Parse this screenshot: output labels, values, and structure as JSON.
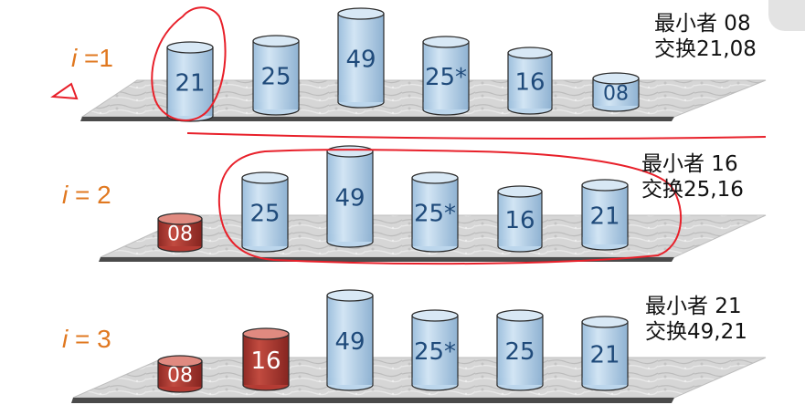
{
  "rows": [
    {
      "ivar": "i",
      "label_rest": " =1",
      "note_line1": "最小者 08",
      "note_line2": "交换21,08",
      "cylinders": [
        {
          "value": "21",
          "state": "blue"
        },
        {
          "value": "25",
          "state": "blue"
        },
        {
          "value": "49",
          "state": "blue"
        },
        {
          "value": "25*",
          "state": "blue"
        },
        {
          "value": "16",
          "state": "blue"
        },
        {
          "value": "08",
          "state": "blue"
        }
      ]
    },
    {
      "ivar": "i",
      "label_rest": " = 2",
      "note_line1": "最小者 16",
      "note_line2": "交换25,16",
      "cylinders": [
        {
          "value": "08",
          "state": "sorted"
        },
        {
          "value": "25",
          "state": "blue"
        },
        {
          "value": "49",
          "state": "blue"
        },
        {
          "value": "25*",
          "state": "blue"
        },
        {
          "value": "16",
          "state": "blue"
        },
        {
          "value": "21",
          "state": "blue"
        }
      ]
    },
    {
      "ivar": "i",
      "label_rest": " = 3",
      "note_line1": "最小者 21",
      "note_line2": "交换49,21",
      "cylinders": [
        {
          "value": "08",
          "state": "sorted"
        },
        {
          "value": "16",
          "state": "sorted"
        },
        {
          "value": "49",
          "state": "blue"
        },
        {
          "value": "25*",
          "state": "blue"
        },
        {
          "value": "25",
          "state": "blue"
        },
        {
          "value": "21",
          "state": "blue"
        }
      ]
    }
  ],
  "colors": {
    "label": "#e07820",
    "annotation_ink": "#e8202a",
    "cyl_blue_body": "#bcd6ec",
    "cyl_blue_top": "#d8e8f5",
    "cyl_blue_text": "#1f4a7a",
    "cyl_red_body": "#b43c34",
    "cyl_red_top": "#e08a80",
    "cyl_red_text": "#ffffff"
  }
}
